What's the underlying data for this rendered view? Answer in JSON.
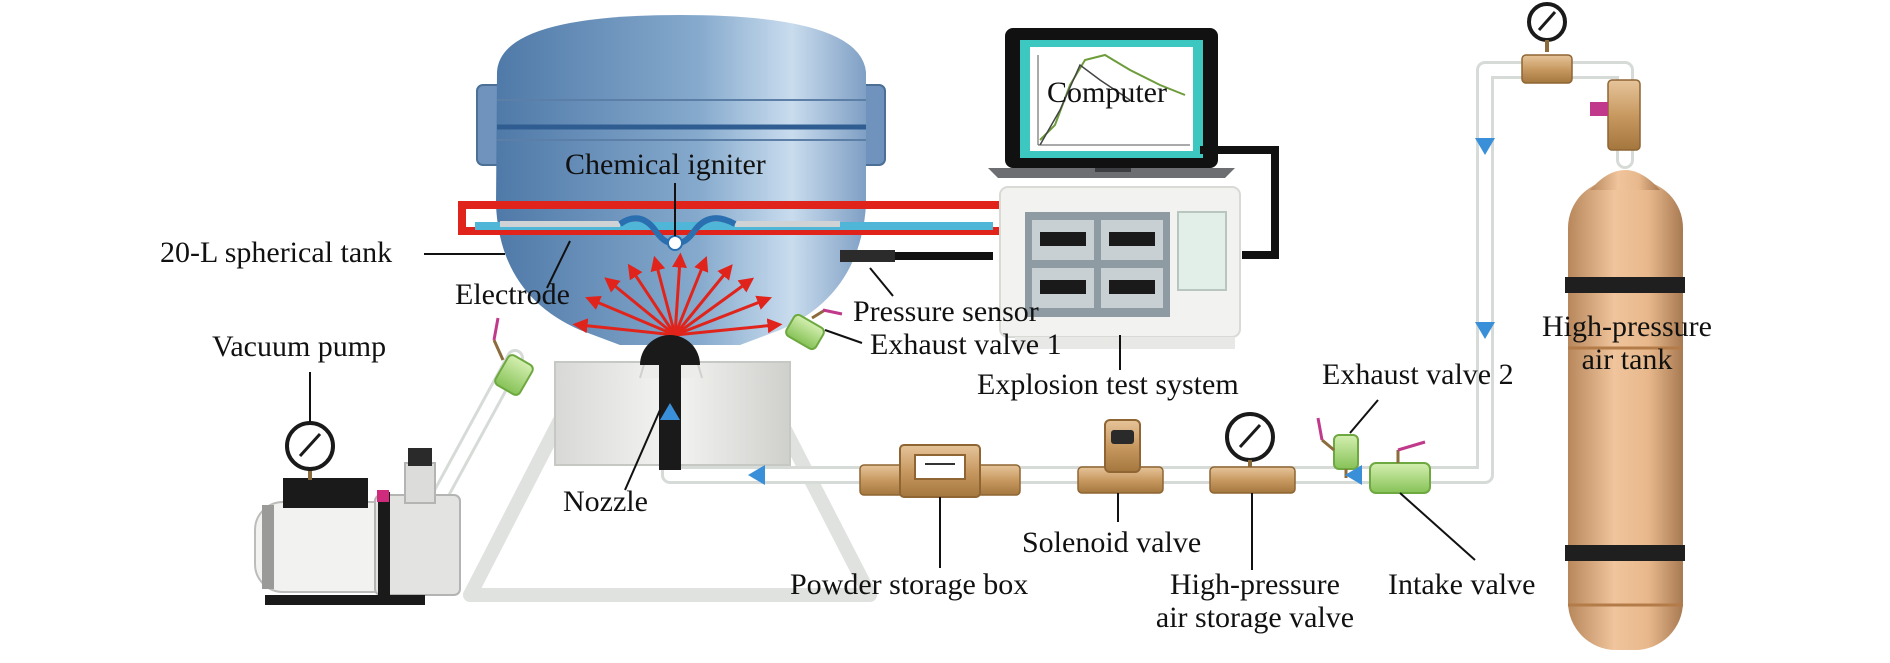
{
  "labels": {
    "computer": "Computer",
    "chemical_igniter": "Chemical igniter",
    "spherical_tank": "20-L spherical tank",
    "electrode": "Electrode",
    "pressure_sensor": "Pressure sensor",
    "exhaust_valve_1": "Exhaust valve 1",
    "explosion_test_system": "Explosion test system",
    "vacuum_pump": "Vacuum pump",
    "nozzle": "Nozzle",
    "powder_storage_box": "Powder storage box",
    "solenoid_valve": "Solenoid valve",
    "hp_air_storage_valve_line1": "High-pressure",
    "hp_air_storage_valve_line2": "air storage valve",
    "intake_valve": "Intake valve",
    "exhaust_valve_2": "Exhaust valve 2",
    "hp_air_tank_line1": "High-pressure",
    "hp_air_tank_line2": "air tank"
  },
  "colors": {
    "tank_blue": "#7da3c8",
    "heat_red": "#e0241c",
    "signal_cyan": "#4fb6d8",
    "cable_black": "#111111",
    "pipe_light": "#eef0ee",
    "valve_green": "#a9d77a",
    "brass": "#c89a62",
    "cylinder_tan": "#e3b48a",
    "flow_arrow": "#3a8fd9",
    "screen_teal": "#3cc8c0"
  },
  "icons": [
    "pressure-gauge-icon",
    "flow-arrow-icon"
  ]
}
